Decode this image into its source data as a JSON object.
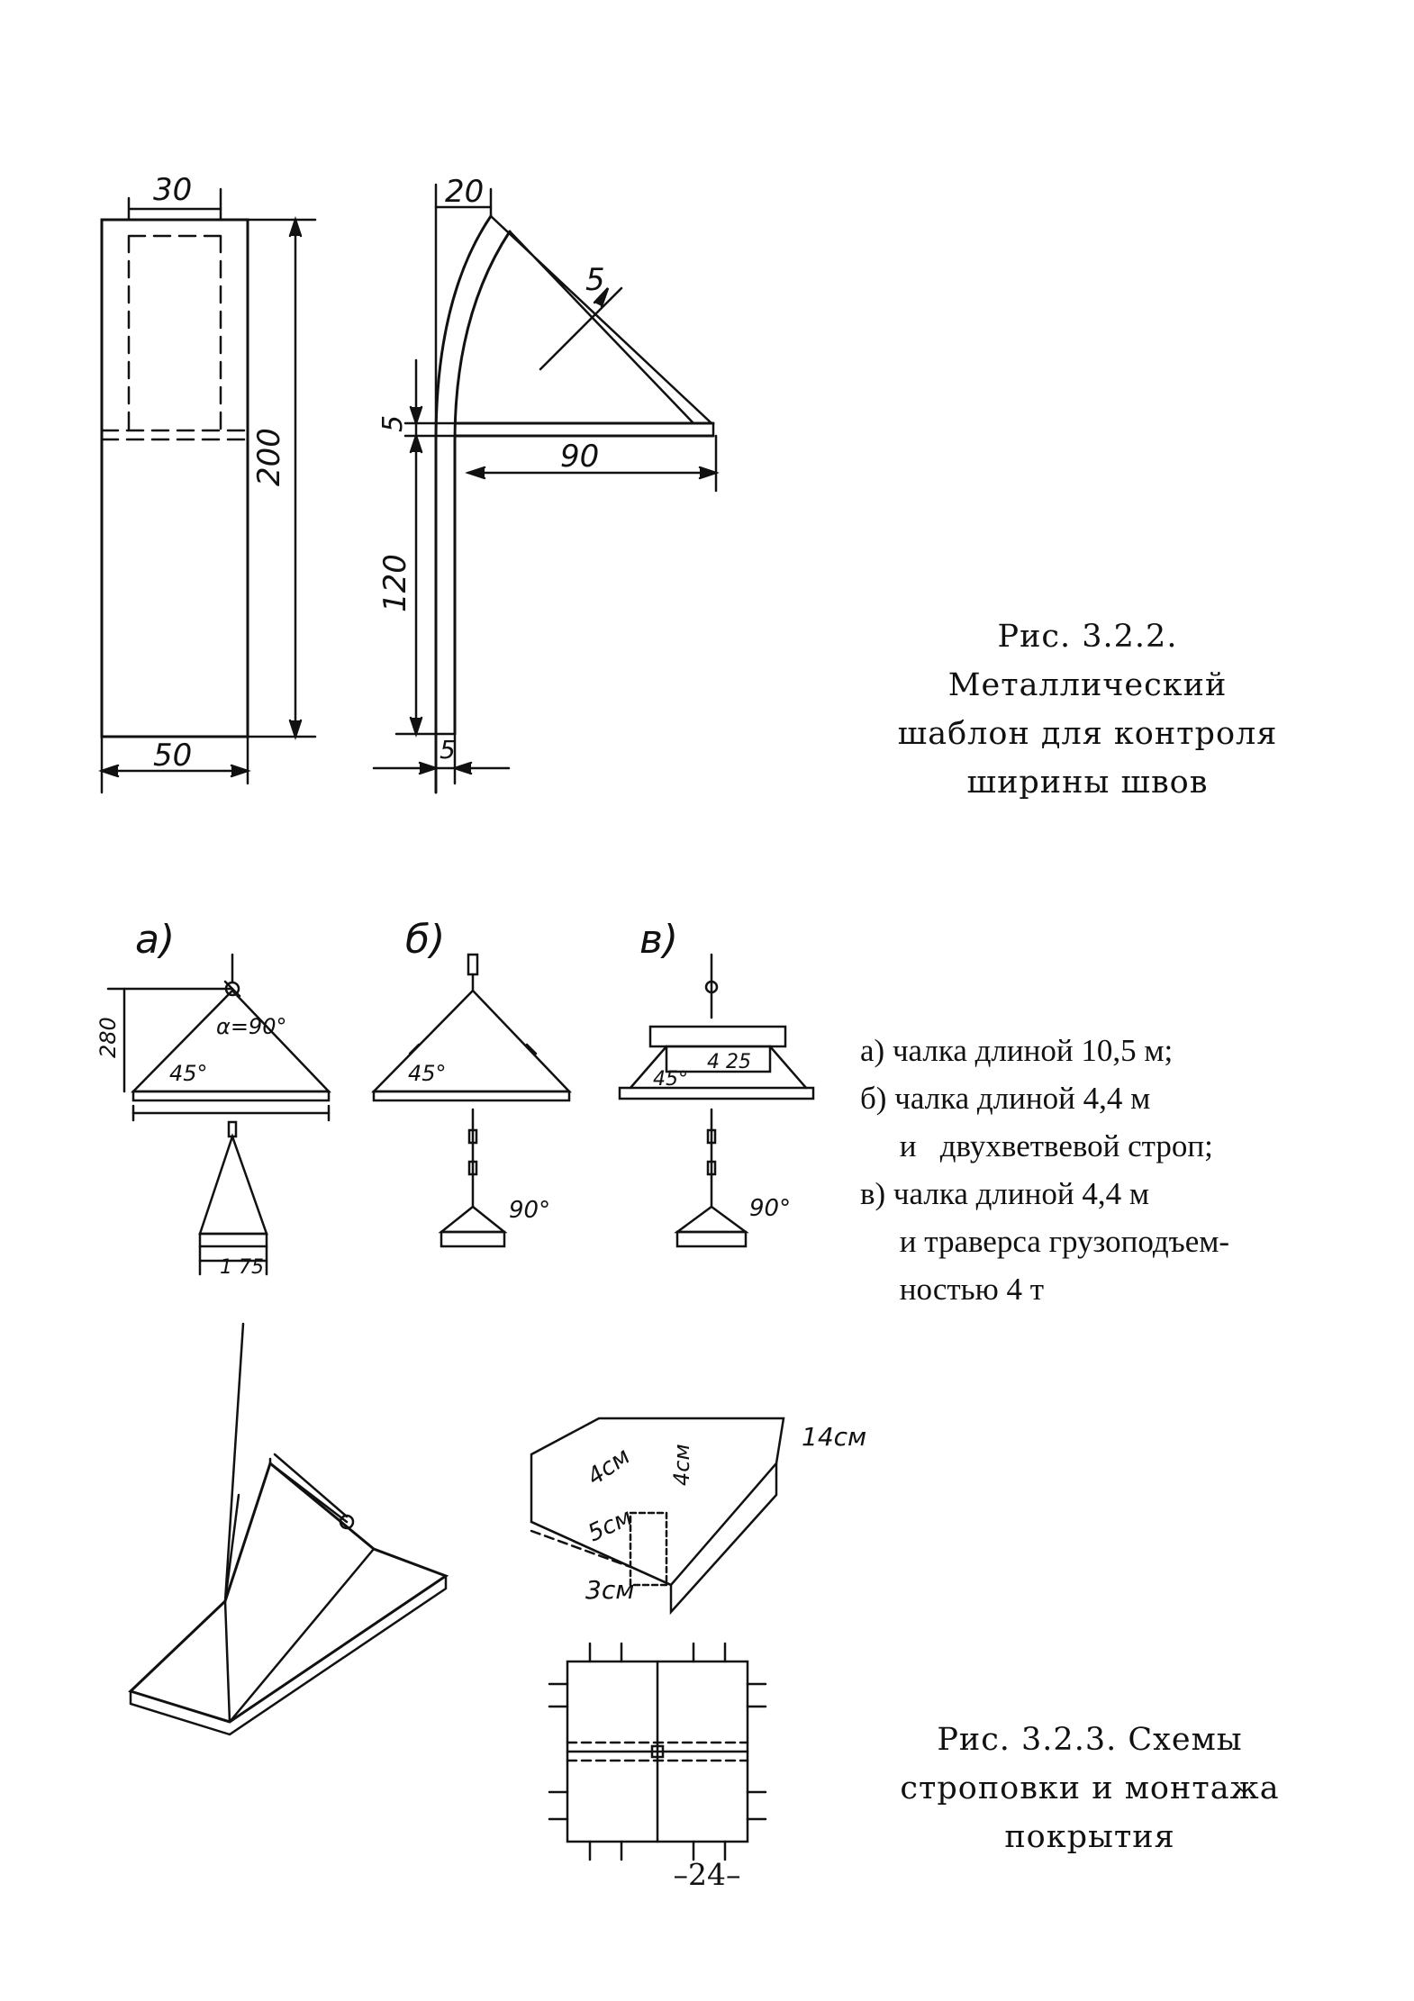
{
  "figure_1": {
    "caption_lines": [
      "Рис. 3.2.2. Металлический",
      "шаблон для контроля",
      "ширины швов"
    ],
    "dimensions": {
      "top_width": "30",
      "height": "200",
      "bottom_width": "50",
      "arm_width": "20",
      "thickness": "5",
      "arm_length": "90",
      "leg_length": "120",
      "thickness_bottom": "5",
      "flange": "5"
    }
  },
  "figure_2": {
    "panel_labels": [
      "а)",
      "б)",
      "в)"
    ],
    "annotations": {
      "height": "280",
      "angle_alpha": "α=90°",
      "angle_45_a": "45°",
      "angle_45_b": "45°",
      "angle_45_c": "45°",
      "traverse": "4 25",
      "width_a": "1 75",
      "angle_90_b": "90°",
      "angle_90_c": "90°"
    },
    "legend": [
      "а) чалка длиной 10,5 м;",
      "б) чалка длиной 4,4 м",
      "     и   двухветвевой строп;",
      "в) чалка длиной 4,4 м",
      "     и траверса грузоподъем-",
      "     ностью 4 т"
    ]
  },
  "figure_3": {
    "caption_lines": [
      "Рис. 3.2.3. Схемы",
      "строповки и монтажа",
      "покрытия"
    ],
    "annotations": {
      "thickness": "14см",
      "a": "4см",
      "b": "4см",
      "c": "5см",
      "d": "3см"
    }
  },
  "page": {
    "number": "–24–"
  }
}
